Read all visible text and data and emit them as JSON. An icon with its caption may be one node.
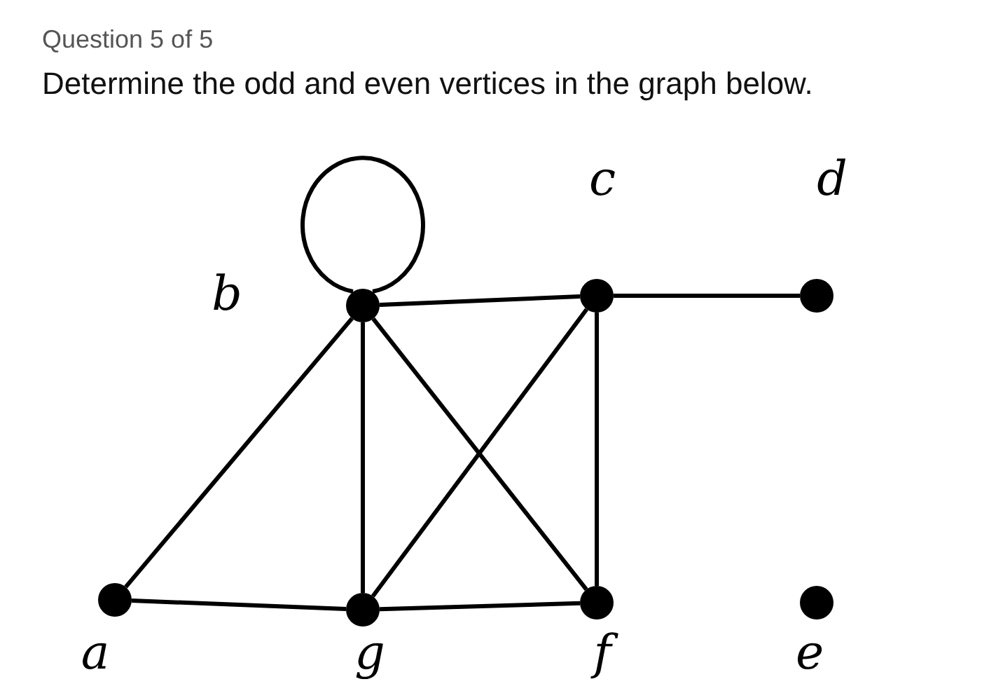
{
  "diagram": {
    "title": "Determine the odd and even vertices in the graph below.",
    "nodes": [
      {
        "text": [],
        "shape": "circle",
        "beside": [
          "b"
        ]
      },
      {
        "text": [],
        "shape": "circle",
        "beside": [
          "c"
        ]
      },
      {
        "text": [],
        "shape": "circle",
        "beside": [
          "d"
        ]
      },
      {
        "text": [],
        "shape": "circle",
        "beside": [
          "a"
        ]
      },
      {
        "text": [],
        "shape": "circle",
        "beside": [
          "g"
        ]
      },
      {
        "text": [],
        "shape": "circle",
        "beside": [
          "f"
        ]
      },
      {
        "text": [],
        "shape": "circle",
        "beside": [
          "e"
        ]
      }
    ],
    "edges": [
      {
        "from": 0,
        "to": 0,
        "arrow": "none"
      },
      {
        "from": 0,
        "to": 1,
        "arrow": "none"
      },
      {
        "from": 1,
        "to": 2,
        "arrow": "none"
      },
      {
        "from": 0,
        "to": 3,
        "arrow": "none"
      },
      {
        "from": 0,
        "to": 4,
        "arrow": "none"
      },
      {
        "from": 0,
        "to": 5,
        "arrow": "none"
      },
      {
        "from": 1,
        "to": 4,
        "arrow": "none"
      },
      {
        "from": 1,
        "to": 5,
        "arrow": "none"
      },
      {
        "from": 3,
        "to": 4,
        "arrow": "none"
      },
      {
        "from": 4,
        "to": 5,
        "arrow": "none"
      }
    ],
    "labels": [
      "Question 5 of 5"
    ]
  }
}
